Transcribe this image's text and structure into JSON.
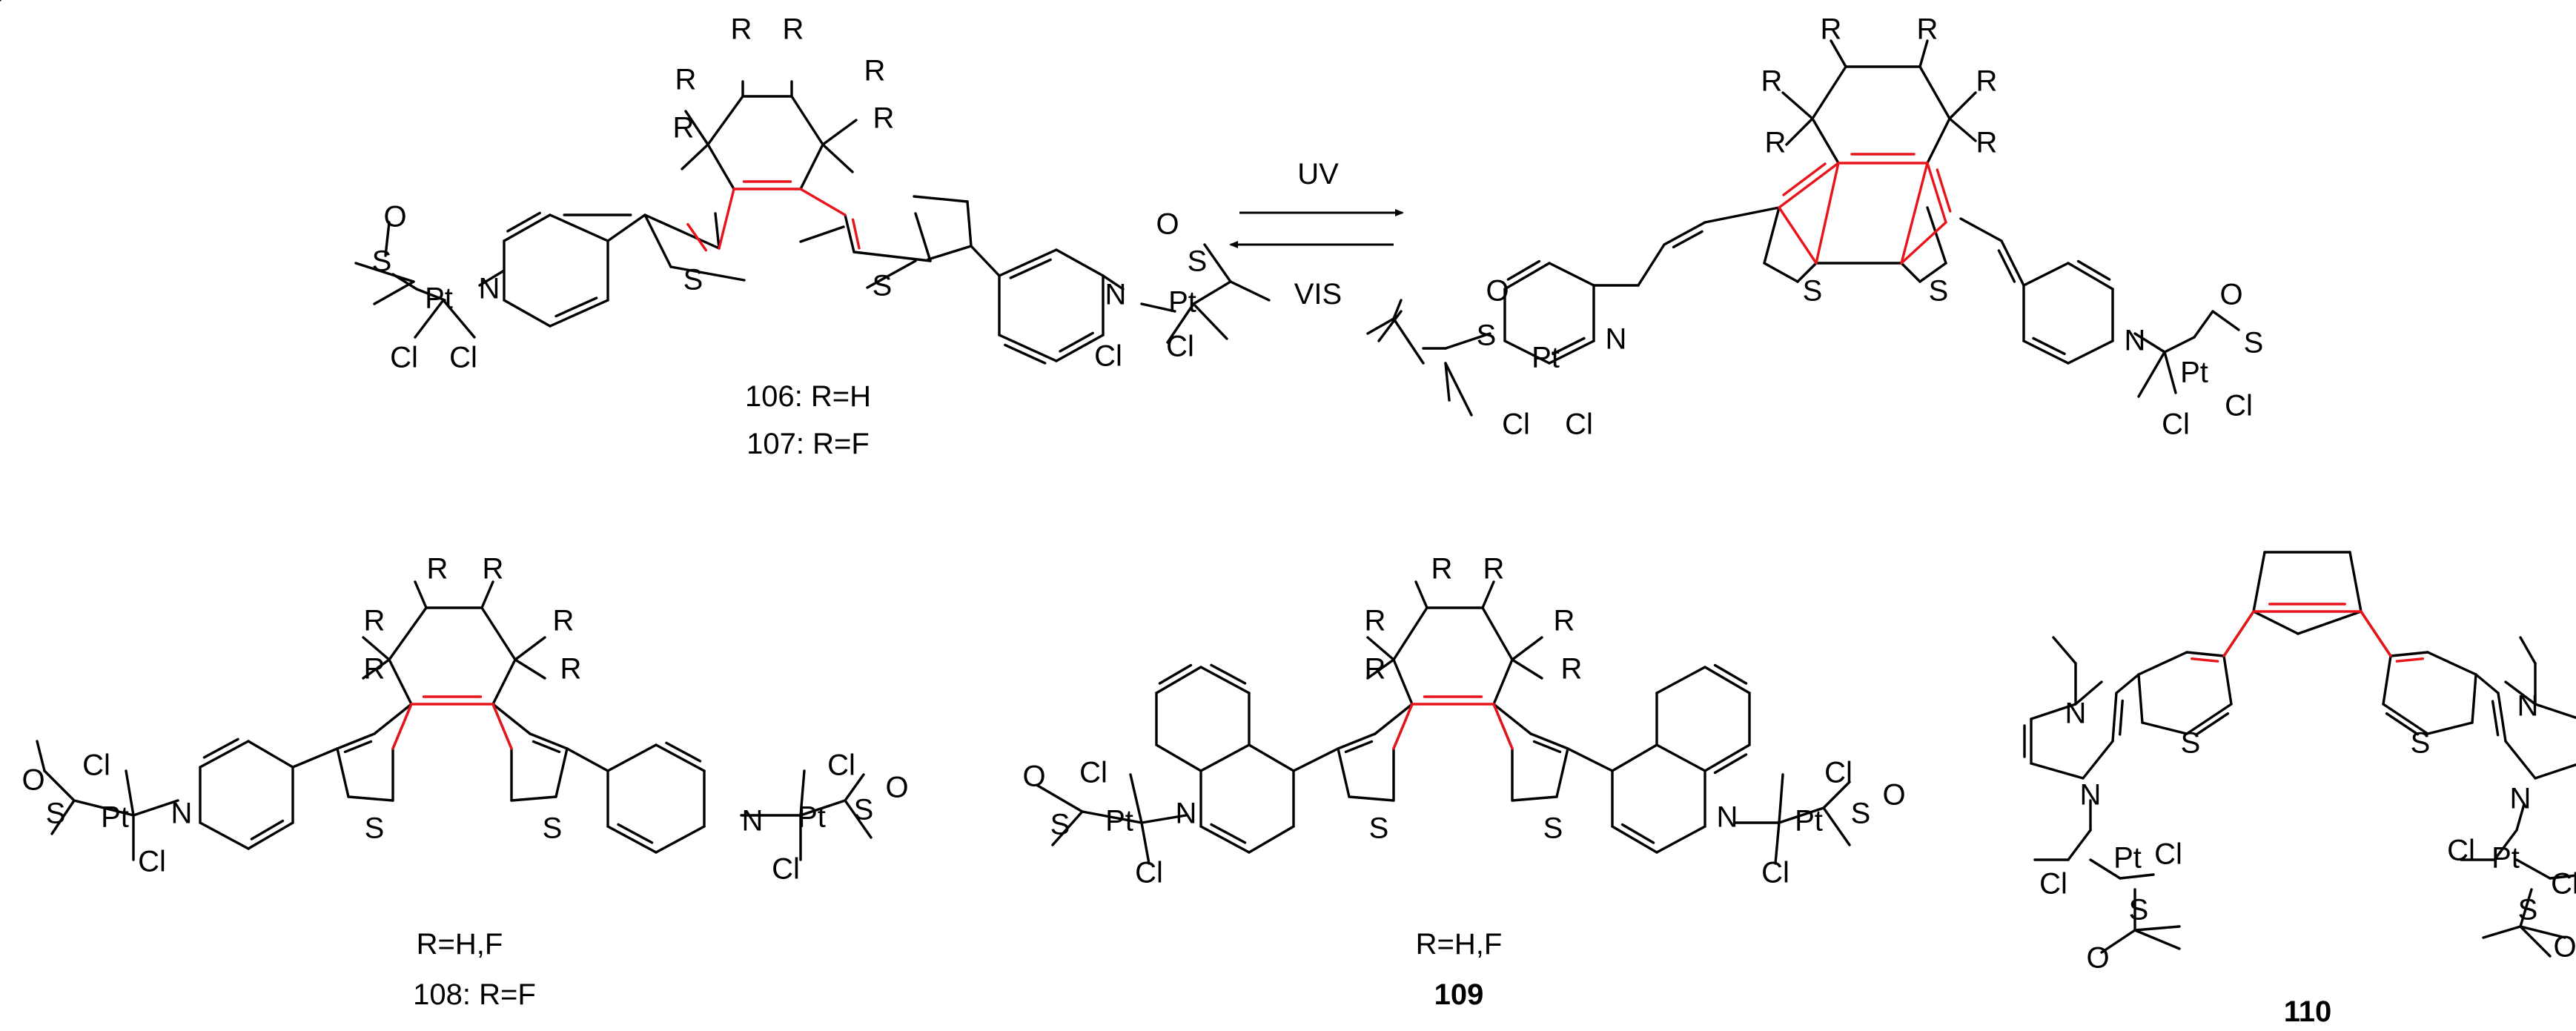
{
  "compounds": [
    {
      "id": "cmpd-106",
      "number": "106",
      "caption": ": R=H"
    },
    {
      "id": "cmpd-107",
      "number": "107",
      "caption": ": R=F"
    },
    {
      "id": "cmpd-108",
      "number": "108",
      "caption": ": R=F",
      "note": "R=H,F"
    },
    {
      "id": "cmpd-109",
      "number": "109",
      "caption": "",
      "note": "R=H,F"
    },
    {
      "id": "cmpd-110",
      "number": "110",
      "caption": ""
    }
  ],
  "reaction": {
    "forward_label": "UV",
    "reverse_label": "VIS"
  },
  "atom_labels": {
    "R": "R",
    "S": "S",
    "O": "O",
    "N": "N",
    "Pt": "Pt",
    "Cl": "Cl"
  },
  "colors": {
    "highlight": "#e8141a",
    "ink": "#000000"
  }
}
